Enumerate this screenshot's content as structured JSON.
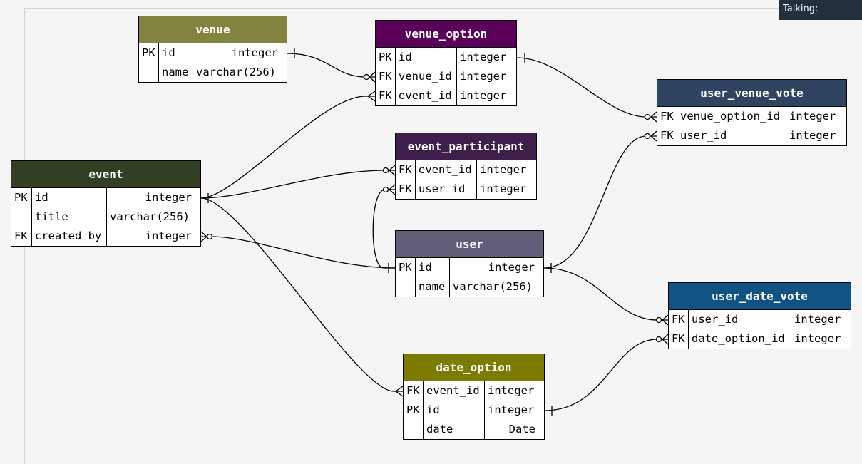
{
  "overlay": {
    "talking_label": "Talking:"
  },
  "colors": {
    "venue": "#848441",
    "venue_option": "#5a005a",
    "user_venue_vote": "#2f4460",
    "event_participant": "#3e1f4c",
    "event": "#323f23",
    "user": "#615e7a",
    "user_date_vote": "#0f5384",
    "date_option": "#7b7b00"
  },
  "entities": {
    "venue": {
      "title": "venue",
      "rows": [
        {
          "key": "PK",
          "name": "id",
          "type": "integer"
        },
        {
          "key": "",
          "name": "name",
          "type": "varchar(256)"
        }
      ]
    },
    "venue_option": {
      "title": "venue_option",
      "rows": [
        {
          "key": "PK",
          "name": "id",
          "type": "integer"
        },
        {
          "key": "FK",
          "name": "venue_id",
          "type": "integer"
        },
        {
          "key": "FK",
          "name": "event_id",
          "type": "integer"
        }
      ]
    },
    "user_venue_vote": {
      "title": "user_venue_vote",
      "rows": [
        {
          "key": "FK",
          "name": "venue_option_id",
          "type": "integer"
        },
        {
          "key": "FK",
          "name": "user_id",
          "type": "integer"
        }
      ]
    },
    "event_participant": {
      "title": "event_participant",
      "rows": [
        {
          "key": "FK",
          "name": "event_id",
          "type": "integer"
        },
        {
          "key": "FK",
          "name": "user_id",
          "type": "integer"
        }
      ]
    },
    "event": {
      "title": "event",
      "rows": [
        {
          "key": "PK",
          "name": "id",
          "type": "integer"
        },
        {
          "key": "",
          "name": "title",
          "type": "varchar(256)"
        },
        {
          "key": "FK",
          "name": "created_by",
          "type": "integer"
        }
      ]
    },
    "user": {
      "title": "user",
      "rows": [
        {
          "key": "PK",
          "name": "id",
          "type": "integer"
        },
        {
          "key": "",
          "name": "name",
          "type": "varchar(256)"
        }
      ]
    },
    "user_date_vote": {
      "title": "user_date_vote",
      "rows": [
        {
          "key": "FK",
          "name": "user_id",
          "type": "integer"
        },
        {
          "key": "FK",
          "name": "date_option_id",
          "type": "integer"
        }
      ]
    },
    "date_option": {
      "title": "date_option",
      "rows": [
        {
          "key": "FK",
          "name": "event_id",
          "type": "integer"
        },
        {
          "key": "PK",
          "name": "id",
          "type": "integer"
        },
        {
          "key": "",
          "name": "date",
          "type": "Date"
        }
      ]
    }
  },
  "relationships": [
    {
      "from": "venue.id",
      "to": "venue_option.venue_id",
      "from_end": "one",
      "to_end": "zero-or-many"
    },
    {
      "from": "event.id",
      "to": "venue_option.event_id",
      "from_end": "one",
      "to_end": "many"
    },
    {
      "from": "venue_option.id",
      "to": "user_venue_vote.venue_option_id",
      "from_end": "one",
      "to_end": "zero-or-many"
    },
    {
      "from": "event.id",
      "to": "event_participant.event_id",
      "from_end": "one",
      "to_end": "zero-or-many"
    },
    {
      "from": "user.id",
      "to": "event_participant.user_id",
      "from_end": "one",
      "to_end": "zero-or-many"
    },
    {
      "from": "user.id",
      "to": "event.created_by",
      "from_end": "one",
      "to_end": "zero-or-many"
    },
    {
      "from": "user.id",
      "to": "user_venue_vote.user_id",
      "from_end": "one",
      "to_end": "zero-or-many"
    },
    {
      "from": "user.id",
      "to": "user_date_vote.user_id",
      "from_end": "one",
      "to_end": "zero-or-many"
    },
    {
      "from": "event.id",
      "to": "date_option.event_id",
      "from_end": "one",
      "to_end": "many"
    },
    {
      "from": "date_option.id",
      "to": "user_date_vote.date_option_id",
      "from_end": "one",
      "to_end": "zero-or-many"
    }
  ]
}
